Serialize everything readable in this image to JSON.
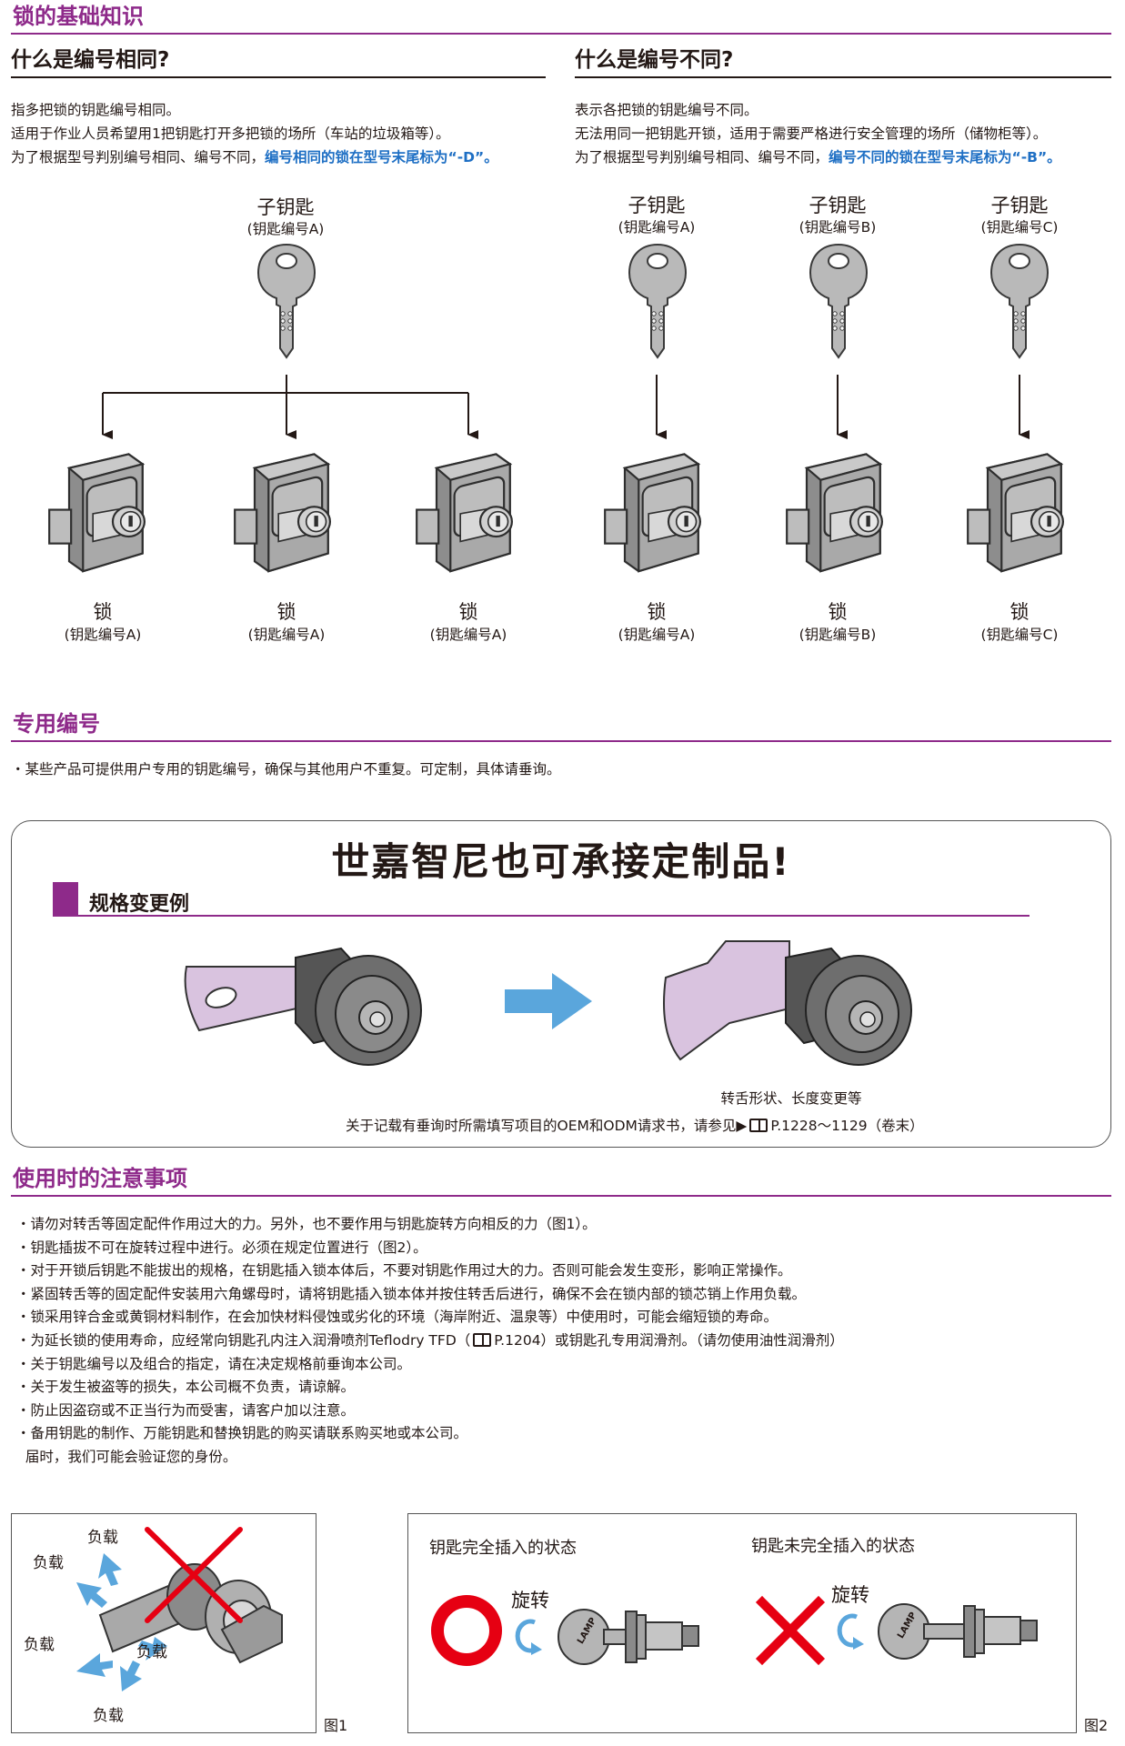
{
  "sections": {
    "basics_title": "锁的基础知识",
    "custom_title": "专用编号",
    "notes_title": "使用时的注意事项"
  },
  "same": {
    "title": "什么是编号相同?",
    "line1": "指多把锁的钥匙编号相同。",
    "line2": "适用于作业人员希望用1把钥匙打开多把锁的场所（车站的垃圾箱等）。",
    "line3_prefix": "为了根据型号判别编号相同、编号不同，",
    "line3_highlight": "编号相同的锁在型号末尾标为“-D”。",
    "key_label": "子钥匙",
    "key_code": "(钥匙编号A)",
    "locks": [
      {
        "label": "锁",
        "code": "(钥匙编号A)"
      },
      {
        "label": "锁",
        "code": "(钥匙编号A)"
      },
      {
        "label": "锁",
        "code": "(钥匙编号A)"
      }
    ]
  },
  "different": {
    "title": "什么是编号不同?",
    "line1": "表示各把锁的钥匙编号不同。",
    "line2": "无法用同一把钥匙开锁，适用于需要严格进行安全管理的场所（储物柜等）。",
    "line3_prefix": "为了根据型号判别编号相同、编号不同，",
    "line3_highlight": "编号不同的锁在型号末尾标为“-B”。",
    "keys": [
      {
        "label": "子钥匙",
        "code": "(钥匙编号A)"
      },
      {
        "label": "子钥匙",
        "code": "(钥匙编号B)"
      },
      {
        "label": "子钥匙",
        "code": "(钥匙编号C)"
      }
    ],
    "locks": [
      {
        "label": "锁",
        "code": "(钥匙编号A)"
      },
      {
        "label": "锁",
        "code": "(钥匙编号B)"
      },
      {
        "label": "锁",
        "code": "(钥匙编号C)"
      }
    ]
  },
  "custom": {
    "line": "・某些产品可提供用户专用的钥匙编号，确保与其他用户不重复。可定制，具体请垂询。"
  },
  "promo": {
    "headline": "世嘉智尼也可承接定制品!",
    "subtitle": "规格变更例",
    "caption": "转舌形状、长度变更等",
    "footer_prefix": "关于记载有垂询时所需填写项目的OEM和ODM请求书，请参见▶",
    "footer_ref": "P.1228～1129（卷末）"
  },
  "notes": [
    "・请勿对转舌等固定配件作用过大的力。另外，也不要作用与钥匙旋转方向相反的力（图1）。",
    "・钥匙插拔不可在旋转过程中进行。必须在规定位置进行（图2）。",
    "・对于开锁后钥匙不能拔出的规格，在钥匙插入锁本体后，不要对钥匙作用过大的力。否则可能会发生变形，影响正常操作。",
    "・紧固转舌等的固定配件安装用六角螺母时，请将钥匙插入锁本体并按住转舌后进行，确保不会在锁内部的锁芯销上作用负载。",
    "・锁采用锌合金或黄铜材料制作，在会加快材料侵蚀或劣化的环境（海岸附近、温泉等）中使用时，可能会缩短锁的寿命。",
    "・为延长锁的使用寿命，应经常向钥匙孔内注入润滑喷剂Teflodry TFD（",
    "・关于钥匙编号以及组合的指定，请在决定规格前垂询本公司。",
    "・关于发生被盗等的损失，本公司概不负责，请谅解。",
    "・防止因盗窃或不正当行为而受害，请客户加以注意。",
    "・备用钥匙的制作、万能钥匙和替换钥匙的购买请联系购买地或本公司。",
    "  届时，我们可能会验证您的身份。"
  ],
  "note6_suffix": "P.1204）或钥匙孔专用润滑剂。（请勿使用油性润滑剂）",
  "fig1": {
    "loads": [
      "负载",
      "负载",
      "负载",
      "负载",
      "负载"
    ],
    "caption": "图1"
  },
  "fig2": {
    "left_title": "钥匙完全插入的状态",
    "right_title": "钥匙未完全插入的状态",
    "rotate_left": "旋转",
    "rotate_right": "旋转",
    "key_brand": "LAMP",
    "caption": "图2"
  },
  "colors": {
    "section": "#8e2a8a",
    "highlight": "#1e6fc4",
    "ok": "#e60012",
    "arrow_blue": "#5aa6dc",
    "cam_pink": "#d9c3df"
  }
}
